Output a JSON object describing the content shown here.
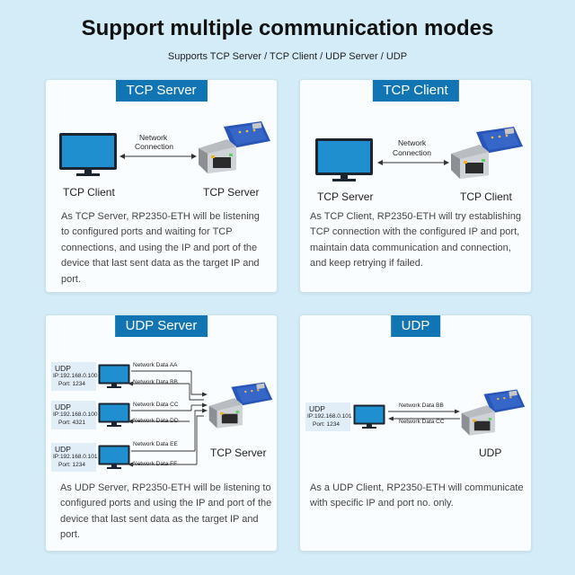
{
  "header": {
    "title": "Support multiple communication modes",
    "subtitle": "Supports TCP Server / TCP Client / UDP Server / UDP"
  },
  "cards": {
    "tcp_server": {
      "tag": "TCP Server",
      "link_label_1": "Network",
      "link_label_2": "Connection",
      "left_label": "TCP Client",
      "right_label": "TCP Server",
      "description": "As TCP Server, RP2350-ETH will be listening to configured ports and waiting for TCP connections, and using the IP and port of the device that last sent data as the target IP and port."
    },
    "tcp_client": {
      "tag": "TCP Client",
      "link_label_1": "Network",
      "link_label_2": "Connection",
      "left_label": "TCP Server",
      "right_label": "TCP Client",
      "description": "As TCP Client, RP2350-ETH will try establishing TCP connection with the configured IP and port, maintain data communication and connection, and keep retrying if failed."
    },
    "udp_server": {
      "tag": "UDP Server",
      "right_label": "TCP Server",
      "clients": [
        {
          "name": "UDP",
          "ip": "IP:192.168.0.100",
          "port": "Port:  1234",
          "out": "Network Data AA",
          "in": "Network Data BB"
        },
        {
          "name": "UDP",
          "ip": "IP:192.168.0.100",
          "port": "Port:  4321",
          "out": "Network Data CC",
          "in": "Network Data DD"
        },
        {
          "name": "UDP",
          "ip": "IP:192.168.0.101",
          "port": "Port:  1234",
          "out": "Network Data EE",
          "in": "Network Data FF"
        }
      ],
      "description": "As UDP Server, RP2350-ETH will be listening to configured ports and using the IP and port of the device that last sent data as the target IP and port."
    },
    "udp": {
      "tag": "UDP",
      "right_label": "UDP",
      "client": {
        "name": "UDP",
        "ip": "IP:192.168.0.101",
        "port": "Port:  1234",
        "out": "Network Data BB",
        "in": "Network Data CC"
      },
      "description": "As a UDP Client, RP2350-ETH will communicate with specific IP and port no. only."
    }
  },
  "colors": {
    "background": "#d4ecf7",
    "accent": "#1275b3",
    "monitor_screen": "#1f8fd0",
    "board": "#2a55b8"
  }
}
